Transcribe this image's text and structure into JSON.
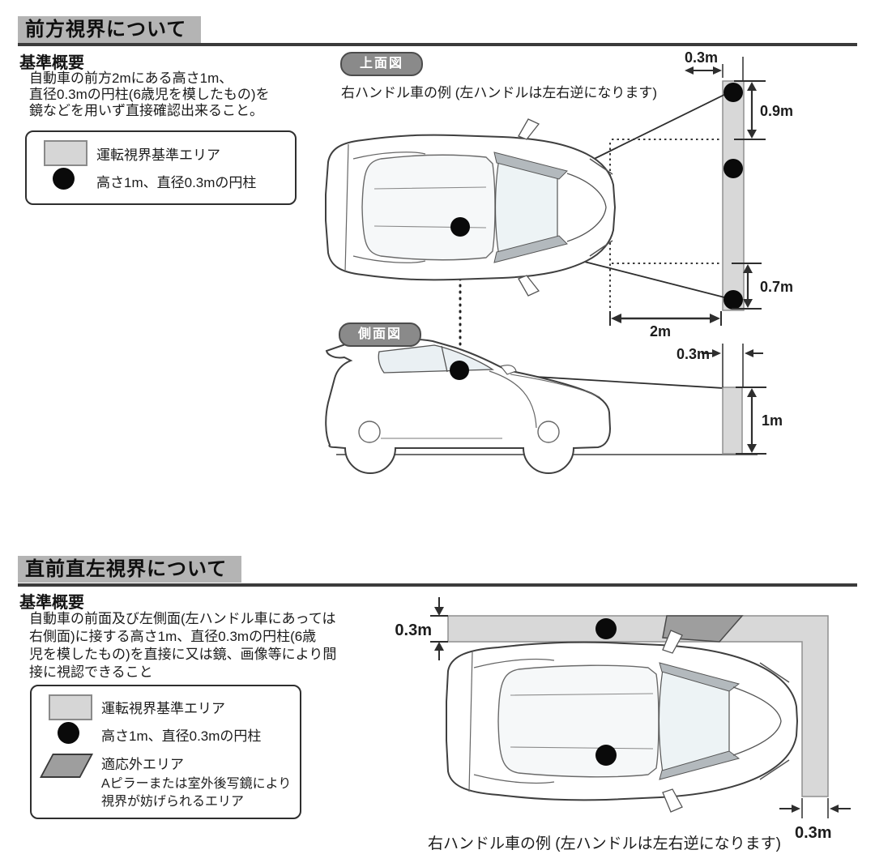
{
  "colors": {
    "header_bg": "#b4b4b4",
    "rule": "#3b3b3b",
    "badge_bg": "#8a8a8a",
    "standard_area_fill": "#d8d8d8",
    "excluded_area_fill": "#9e9e9e",
    "cylinder_color": "#0a0a0a",
    "car_line": "#3f3f3f"
  },
  "section_front": {
    "title": "前方視界について",
    "subheading": "基準概要",
    "description_lines": [
      "自動車の前方2mにある高さ1m、",
      "直径0.3mの円柱(6歳児を模したもの)を",
      "鏡などを用いず直接確認出来ること。"
    ],
    "legend": {
      "area_label": "運転視界基準エリア",
      "cylinder_label": "高さ1m、直径0.3mの円柱"
    },
    "top_view": {
      "badge": "上面図",
      "caption": "右ハンドル車の例 (左ハンドルは左右逆になります)",
      "measures": {
        "cylinder_diameter": "0.3m",
        "upper_offset": "0.9m",
        "lower_offset": "0.7m",
        "forward_distance": "2m"
      }
    },
    "side_view": {
      "badge": "側面図",
      "measures": {
        "cylinder_diameter": "0.3m",
        "cylinder_height": "1m"
      }
    }
  },
  "section_close": {
    "title": "直前直左視界について",
    "subheading": "基準概要",
    "description_lines": [
      "自動車の前面及び左側面(左ハンドル車にあっては",
      "右側面)に接する高さ1m、直径0.3mの円柱(6歳",
      "児を模したもの)を直接に又は鏡、画像等により間",
      "接に視認できること"
    ],
    "legend": {
      "area_label": "運転視界基準エリア",
      "cylinder_label": "高さ1m、直径0.3mの円柱",
      "excluded_label": "適応外エリア",
      "excluded_note_lines": [
        "Aピラーまたは室外後写鏡により",
        "視界が妨げられるエリア"
      ]
    },
    "top_view": {
      "caption": "右ハンドル車の例 (左ハンドルは左右逆になります)",
      "measures": {
        "side_strip_width": "0.3m",
        "front_strip_width": "0.3m"
      }
    }
  }
}
